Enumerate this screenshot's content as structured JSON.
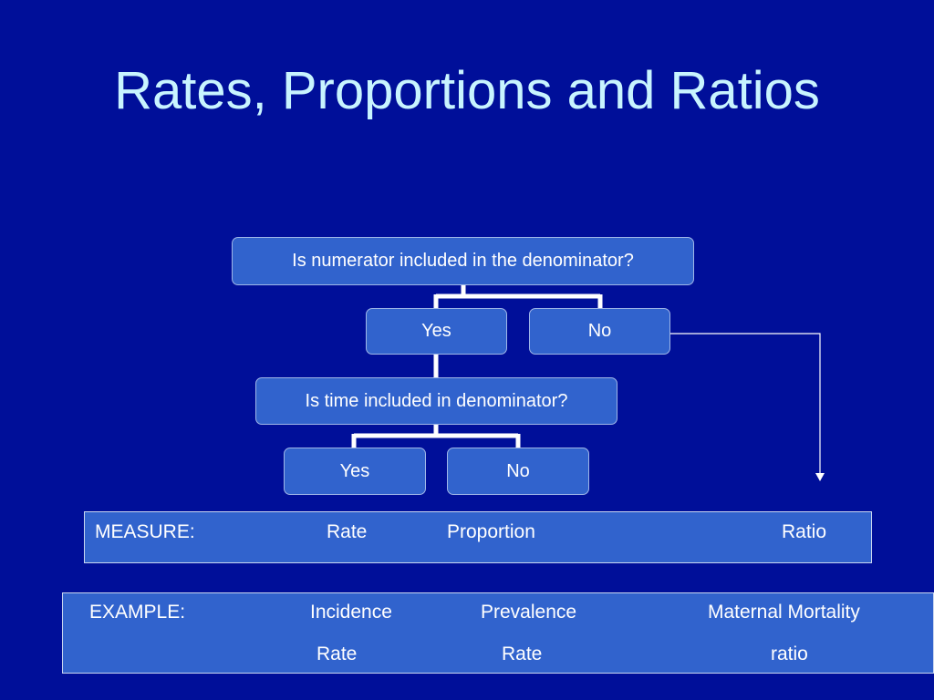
{
  "slide": {
    "title": "Rates, Proportions and Ratios"
  },
  "flowchart": {
    "q1": "Is numerator included in the denominator?",
    "q1_yes": "Yes",
    "q1_no": "No",
    "q2": "Is time included in denominator?",
    "q2_yes": "Yes",
    "q2_no": "No"
  },
  "measure_row": {
    "label": "MEASURE:",
    "rate": "Rate",
    "proportion": "Proportion",
    "ratio": "Ratio"
  },
  "example_row": {
    "label": "EXAMPLE:",
    "col1_line1": "Incidence",
    "col1_line2": "Rate",
    "col2_line1": "Prevalence",
    "col2_line2": "Rate",
    "col3_line1": "Maternal Mortality",
    "col3_line2": "ratio"
  },
  "colors": {
    "background": "#000f99",
    "box_fill": "#3163cd",
    "title_text": "#c8f4ff",
    "connector": "#ffffff"
  }
}
